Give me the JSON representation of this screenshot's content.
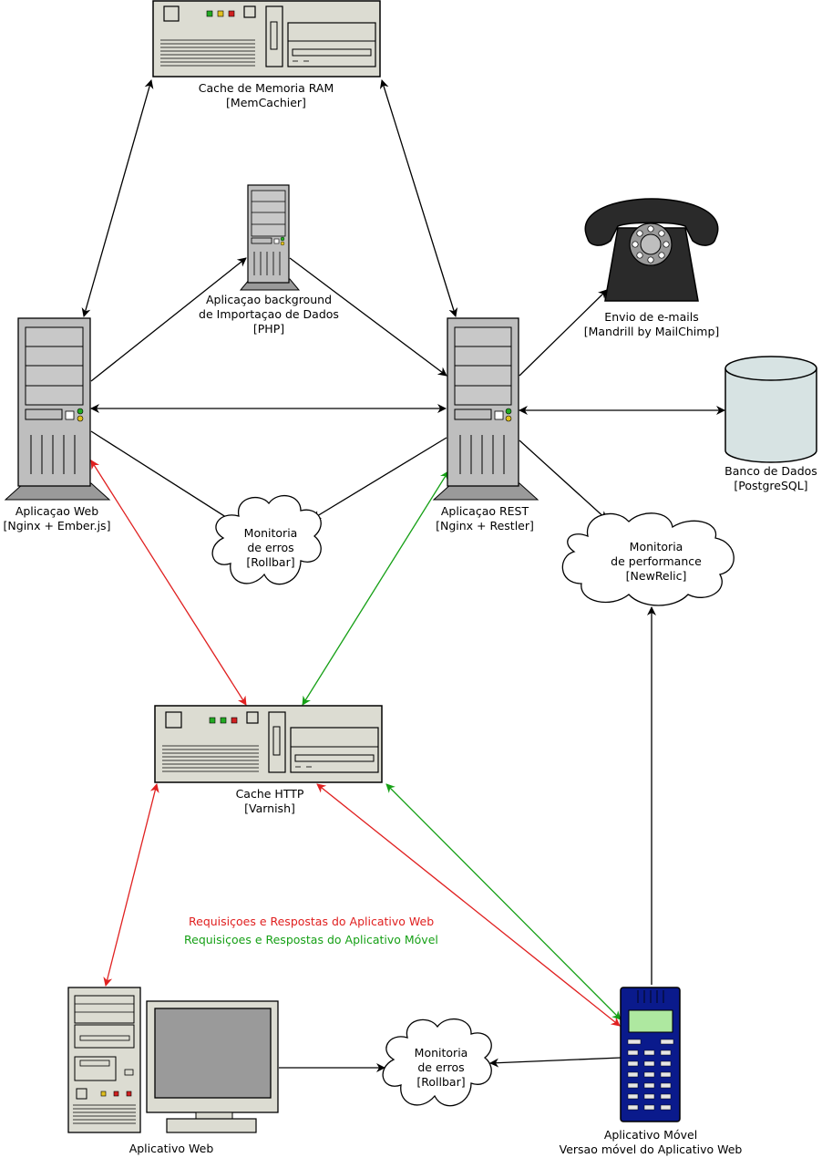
{
  "nodes": {
    "memcache": {
      "line1": "Cache de Memoria RAM",
      "line2": "[MemCachier]"
    },
    "background": {
      "line1": "Aplicaçao background",
      "line2": "de Importaçao de Dados",
      "line3": "[PHP]"
    },
    "email": {
      "line1": "Envio de e-mails",
      "line2": "[Mandrill by MailChimp]"
    },
    "webapp": {
      "line1": "Aplicaçao Web",
      "line2": "[Nginx + Ember.js]"
    },
    "rest": {
      "line1": "Aplicaçao REST",
      "line2": "[Nginx + Restler]"
    },
    "db": {
      "line1": "Banco de Dados",
      "line2": "[PostgreSQL]"
    },
    "monitor_errors_top": {
      "line1": "Monitoria",
      "line2": "de erros",
      "line3": "[Rollbar]"
    },
    "monitor_perf": {
      "line1": "Monitoria",
      "line2": "de performance",
      "line3": "[NewRelic]"
    },
    "http_cache": {
      "line1": "Cache HTTP",
      "line2": "[Varnish]"
    },
    "client_web": {
      "line1": "Aplicativo Web"
    },
    "monitor_errors_bottom": {
      "line1": "Monitoria",
      "line2": "de erros",
      "line3": "[Rollbar]"
    },
    "mobile": {
      "line1": "Aplicativo Móvel",
      "line2": "Versao móvel do Aplicativo Web"
    }
  },
  "legend": {
    "web": {
      "label": "Requisiçoes e Respostas do Aplicativo Web",
      "color": "#e02020"
    },
    "mobile": {
      "label": "Requisiçoes e Respostas do Aplicativo Móvel",
      "color": "#16a016"
    }
  },
  "colors": {
    "connector": "#000000",
    "server_body": "#bebebe",
    "cache_body": "#dcdcd2",
    "db_body": "#d7e3e3",
    "mobile_body": "#0a1a8c",
    "phone_body": "#2a2a2a"
  }
}
